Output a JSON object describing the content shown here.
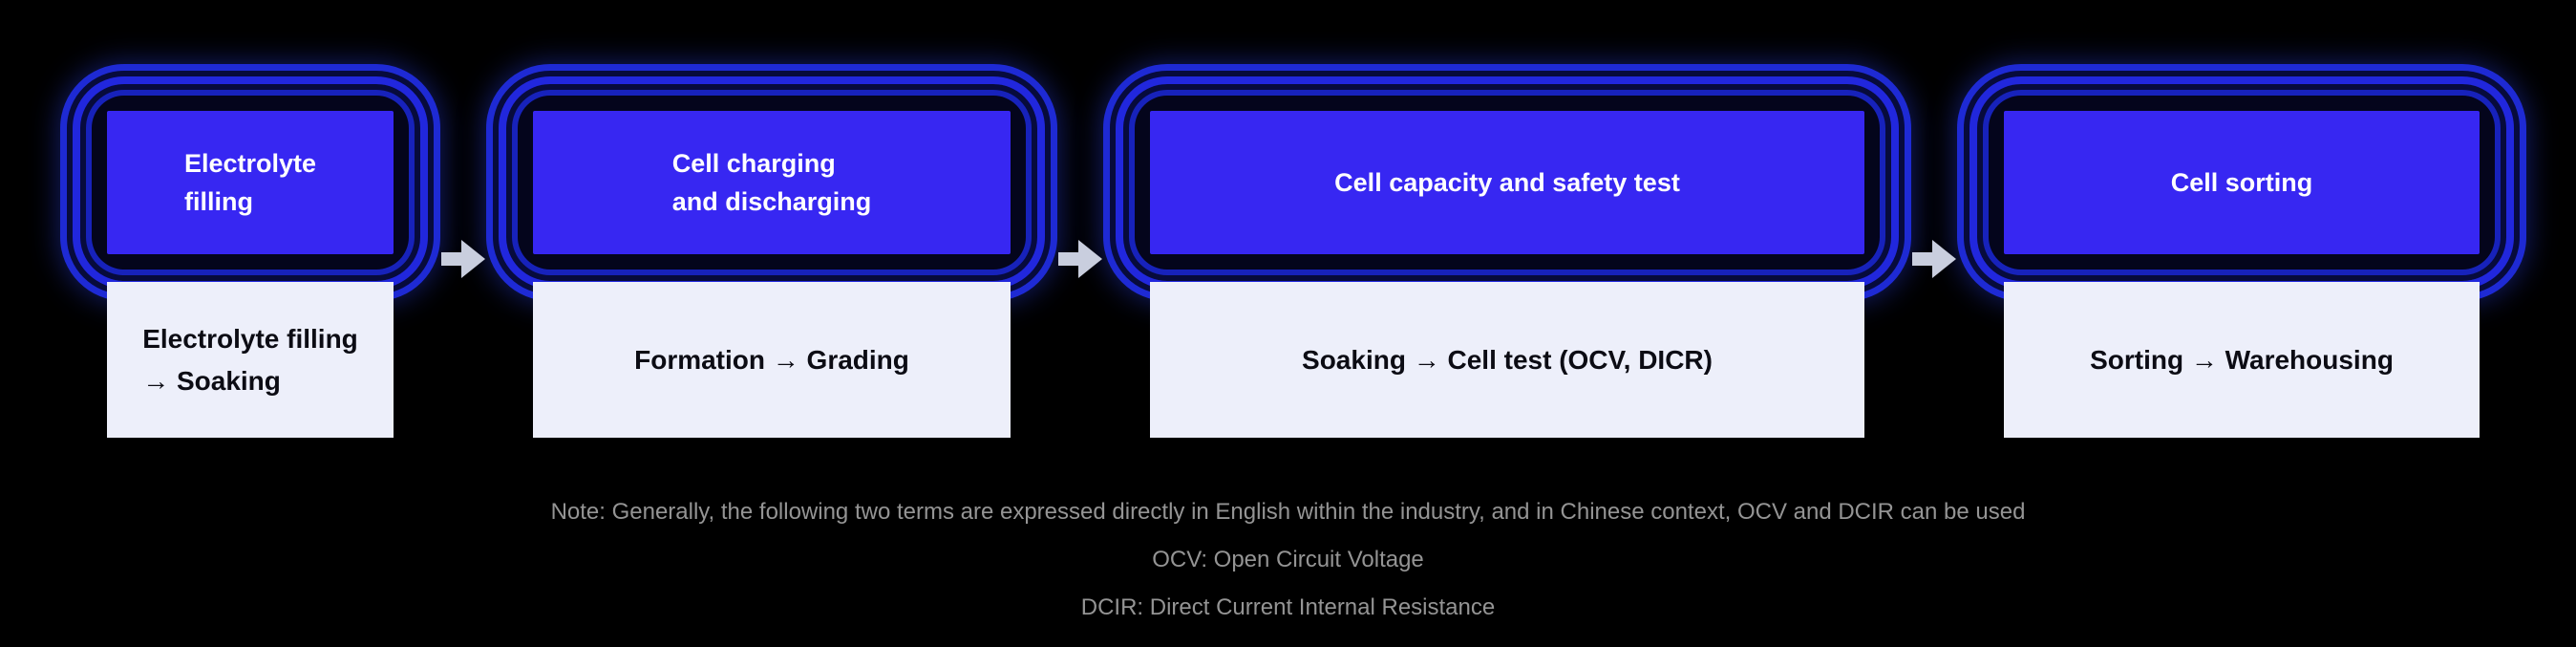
{
  "colors": {
    "background": "#000000",
    "process_box_blue": "#3727f2",
    "glow_blue": "#1e2ad4",
    "detail_box_light": "#edeffa",
    "note_text_gray": "#949494",
    "arrow_gray": "#c9cede"
  },
  "stages": [
    {
      "top_label": "Electrolyte\nfilling",
      "bottom_label": "Electrolyte filling\n→ Soaking"
    },
    {
      "top_label": "Cell charging\nand discharging",
      "bottom_label": "Formation → Grading"
    },
    {
      "top_label": "Cell capacity and safety test",
      "bottom_label": "Soaking → Cell test (OCV, DICR)"
    },
    {
      "top_label": "Cell sorting",
      "bottom_label": "Sorting → Warehousing"
    }
  ],
  "notes": [
    "Note: Generally, the following two terms are expressed directly in English within the industry, and in Chinese context, OCV and DCIR can be used",
    "OCV: Open Circuit Voltage",
    "DCIR: Direct Current Internal Resistance"
  ]
}
